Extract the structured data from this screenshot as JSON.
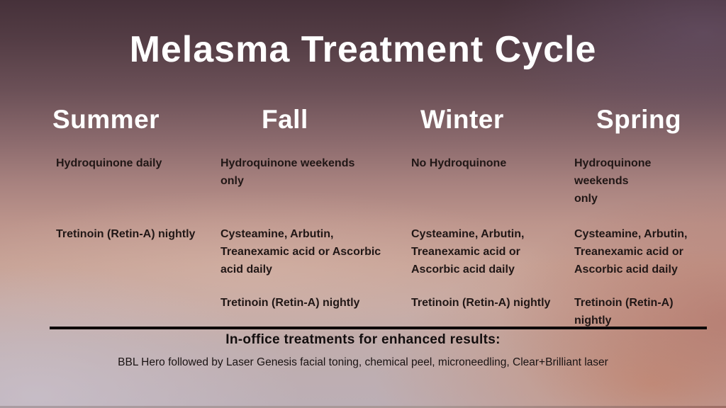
{
  "slide": {
    "title": "Melasma Treatment Cycle",
    "columns": [
      {
        "header": "Summer",
        "rows": [
          "Hydroquinone daily",
          "Tretinoin (Retin-A) nightly",
          ""
        ]
      },
      {
        "header": "Fall",
        "rows": [
          "Hydroquinone weekends\nonly",
          "Cysteamine, Arbutin,\nTreanexamic acid or Ascorbic\nacid daily",
          "Tretinoin (Retin-A) nightly"
        ]
      },
      {
        "header": "Winter",
        "rows": [
          "No Hydroquinone",
          "Cysteamine, Arbutin,\nTreanexamic acid or\nAscorbic acid daily",
          "Tretinoin (Retin-A) nightly"
        ]
      },
      {
        "header": "Spring",
        "rows": [
          "Hydroquinone\nweekends\nonly",
          "Cysteamine, Arbutin,\nTreanexamic acid or\nAscorbic acid daily",
          "Tretinoin (Retin-A)\nnightly"
        ]
      }
    ],
    "footer": {
      "heading": "In-office treatments for enhanced results:",
      "detail": "BBL Hero followed by Laser Genesis facial toning, chemical peel, microneedling, Clear+Brilliant laser"
    },
    "colors": {
      "title_text": "#ffffff",
      "body_text": "#211716",
      "divider": "#0d0909",
      "background_top": "#46313a",
      "background_middle": "#bd958c",
      "background_bottom_left": "#bcafb6",
      "background_bottom_right": "#b07a62"
    }
  }
}
